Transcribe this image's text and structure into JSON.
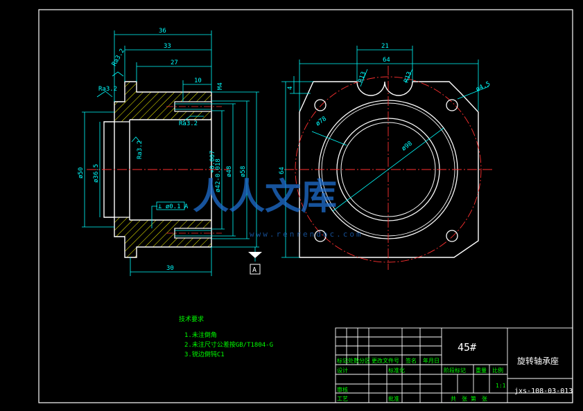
{
  "dimensions": {
    "d36": "36",
    "d33": "33",
    "d27": "27",
    "d10": "10",
    "dM4": "M4",
    "d30": "30",
    "d21": "21",
    "d64h": "64",
    "d64v": "64",
    "d4": "4",
    "phi50": "ø50",
    "phi365": "ø36.5",
    "phi42": "ø42-0.018",
    "phi42tol": "+0.007",
    "phi48": "ø48",
    "phi58": "ø58",
    "phi78": "ø78",
    "phi98": "ø98",
    "phi45": "ø4.5",
    "r13a": "R13",
    "r13b": "R13",
    "ra32a": "Ra3.2",
    "ra32b": "Ra3.2",
    "ra32c": "Ra3.2",
    "ra32d": "Ra3.2",
    "tolerance_frame": "⊥ ø0.1 A",
    "datum": "A"
  },
  "notes": {
    "title": "技术要求",
    "items": [
      "1.未注倒角",
      "2.未注尺寸公差按GB/T1804-G",
      "3.锐边倒钝C1"
    ]
  },
  "title_block": {
    "material": "45#",
    "part_name": "旋转轴承座",
    "drawing_no": "jxs-108-03-013",
    "scale_value": "1:1",
    "headers": [
      "标记",
      "处数",
      "分区",
      "更改文件号",
      "签名",
      "年月日"
    ],
    "rows": [
      "设计",
      "审核",
      "工艺"
    ],
    "mid_labels": [
      "标准化",
      "批准"
    ],
    "stage_labels": [
      "阶段标记",
      "重量",
      "比例"
    ],
    "sheet_label": "共　张 第　张"
  },
  "watermark": {
    "text": "人人文库",
    "url": "www.renrendoc.com"
  },
  "colors": {
    "outline": "#ffffff",
    "dimension": "#00ffff",
    "centerline": "#ff3030",
    "hatch": "#ffff00",
    "note": "#00ff00"
  }
}
